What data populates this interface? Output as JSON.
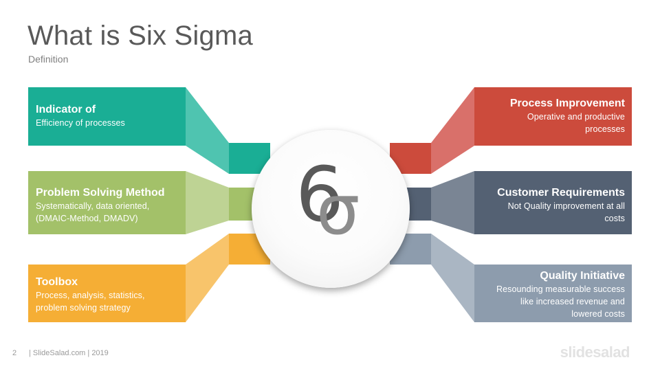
{
  "slide": {
    "title": "What is Six Sigma",
    "subtitle": "Definition",
    "symbol_six": "6",
    "symbol_sigma": "σ"
  },
  "cards": {
    "indicator": {
      "title": "Indicator of",
      "desc": "Efficiency  of  processes",
      "color": "#1aae95"
    },
    "problem": {
      "title": "Problem Solving Method",
      "desc1": "Systematically, data oriented,",
      "desc2": "(DMAIC-Method,  DMADV)",
      "color": "#a3c169"
    },
    "toolbox": {
      "title": "Toolbox",
      "desc1": "Process,  analysis,  statistics,",
      "desc2": "problem  solving strategy",
      "color": "#f5ae35"
    },
    "process": {
      "title": "Process Improvement",
      "desc1": "Operative and productive",
      "desc2": "processes",
      "color": "#cc4b3c"
    },
    "customer": {
      "title": "Customer Requirements",
      "desc1": "Not Quality improvement  at all",
      "desc2": "costs",
      "color": "#546173"
    },
    "quality": {
      "title": "Quality Initiative",
      "desc1": "Resounding  measurable  success",
      "desc2": "like increased revenue and",
      "desc3": "lowered costs",
      "color": "#8d9cad"
    }
  },
  "footer": {
    "page_number": "2",
    "text": "| SlideSalad.com | 2019",
    "brand": "slidesalad"
  }
}
